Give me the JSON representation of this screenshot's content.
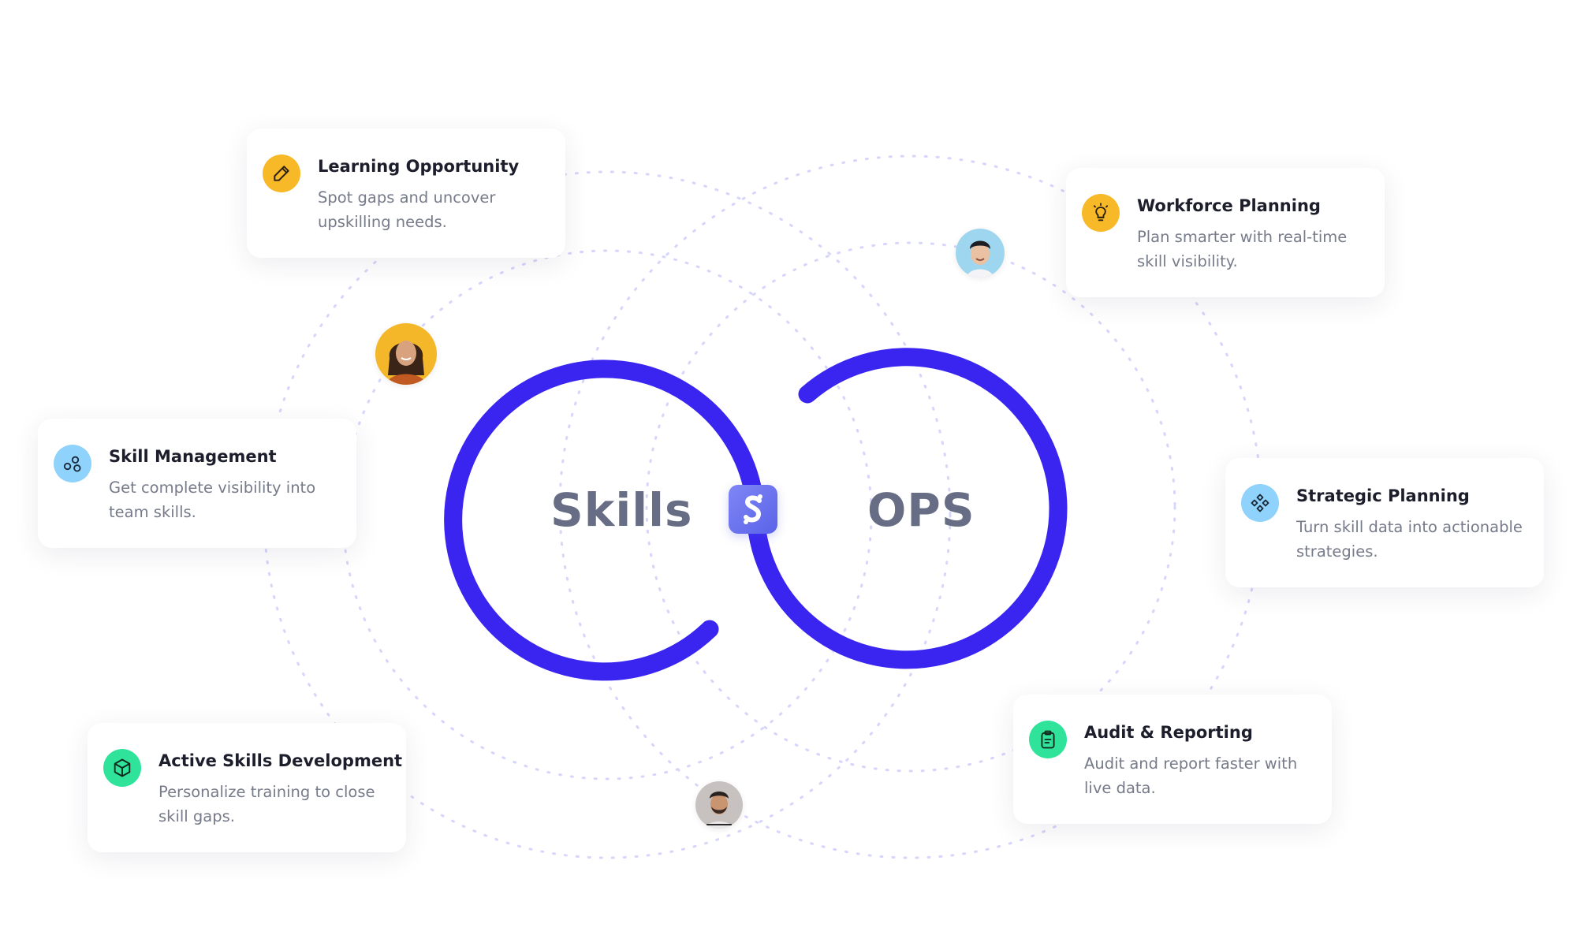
{
  "diagram": {
    "left_label": "Skills",
    "right_label": "OPS",
    "logo_icon": "s-logo-icon",
    "colors": {
      "loop": "#3a25f0",
      "label": "#666d84",
      "dotted_ring": "#d6d5fb",
      "logo_badge": "#6c74ef"
    }
  },
  "cards": {
    "learning": {
      "title": "Learning Opportunity",
      "description": "Spot gaps and uncover upskilling needs.",
      "icon": "pencil-icon",
      "icon_color": "#f8b928"
    },
    "workforce": {
      "title": "Workforce Planning",
      "description": "Plan smarter with real-time skill visibility.",
      "icon": "lightbulb-icon",
      "icon_color": "#f8b928"
    },
    "skill_management": {
      "title": "Skill Management",
      "description": "Get complete visibility into team skills.",
      "icon": "nodes-icon",
      "icon_color": "#8fd2fb"
    },
    "strategic": {
      "title": "Strategic Planning",
      "description": "Turn skill data into actionable strategies.",
      "icon": "diamonds-icon",
      "icon_color": "#8fd2fb"
    },
    "active_development": {
      "title": "Active Skills Development",
      "description": "Personalize training to close skill gaps.",
      "icon": "cube-icon",
      "icon_color": "#2fe39b"
    },
    "audit": {
      "title": "Audit & Reporting",
      "description": "Audit and report faster with live data.",
      "icon": "clipboard-icon",
      "icon_color": "#2fe39b"
    }
  },
  "avatars": [
    "avatar-woman-icon",
    "avatar-man-smiling-icon",
    "avatar-man-beard-icon"
  ]
}
